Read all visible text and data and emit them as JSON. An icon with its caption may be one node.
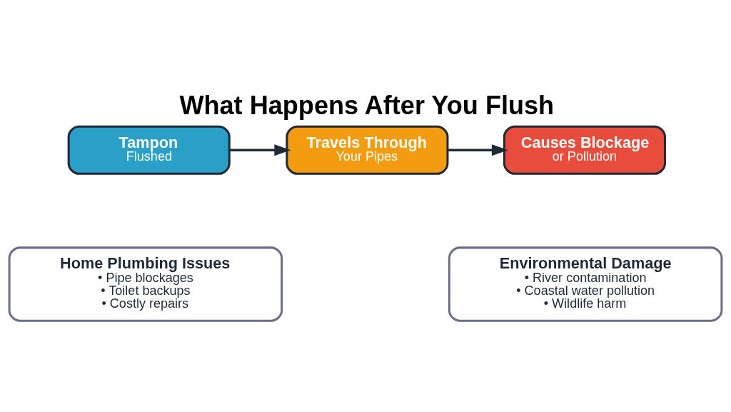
{
  "diagram": {
    "title": "What Happens After You Flush",
    "nodes": [
      {
        "text": [
          "Tampon",
          "Flushed"
        ]
      },
      {
        "text": [
          "Travels Through",
          "Your Pipes"
        ]
      },
      {
        "text": [
          "Causes Blockage",
          "or Pollution"
        ]
      },
      {
        "text": [
          "Home Plumbing Issues",
          "• Pipe blockages",
          "• Toilet backups",
          "• Costly repairs"
        ]
      },
      {
        "text": [
          "Environmental Damage",
          "• River contamination",
          "• Coastal water pollution",
          "• Wildlife harm"
        ]
      }
    ],
    "edges": [
      {
        "from": 0,
        "to": 1,
        "arrow": "to"
      },
      {
        "from": 1,
        "to": 2,
        "arrow": "to"
      }
    ]
  }
}
